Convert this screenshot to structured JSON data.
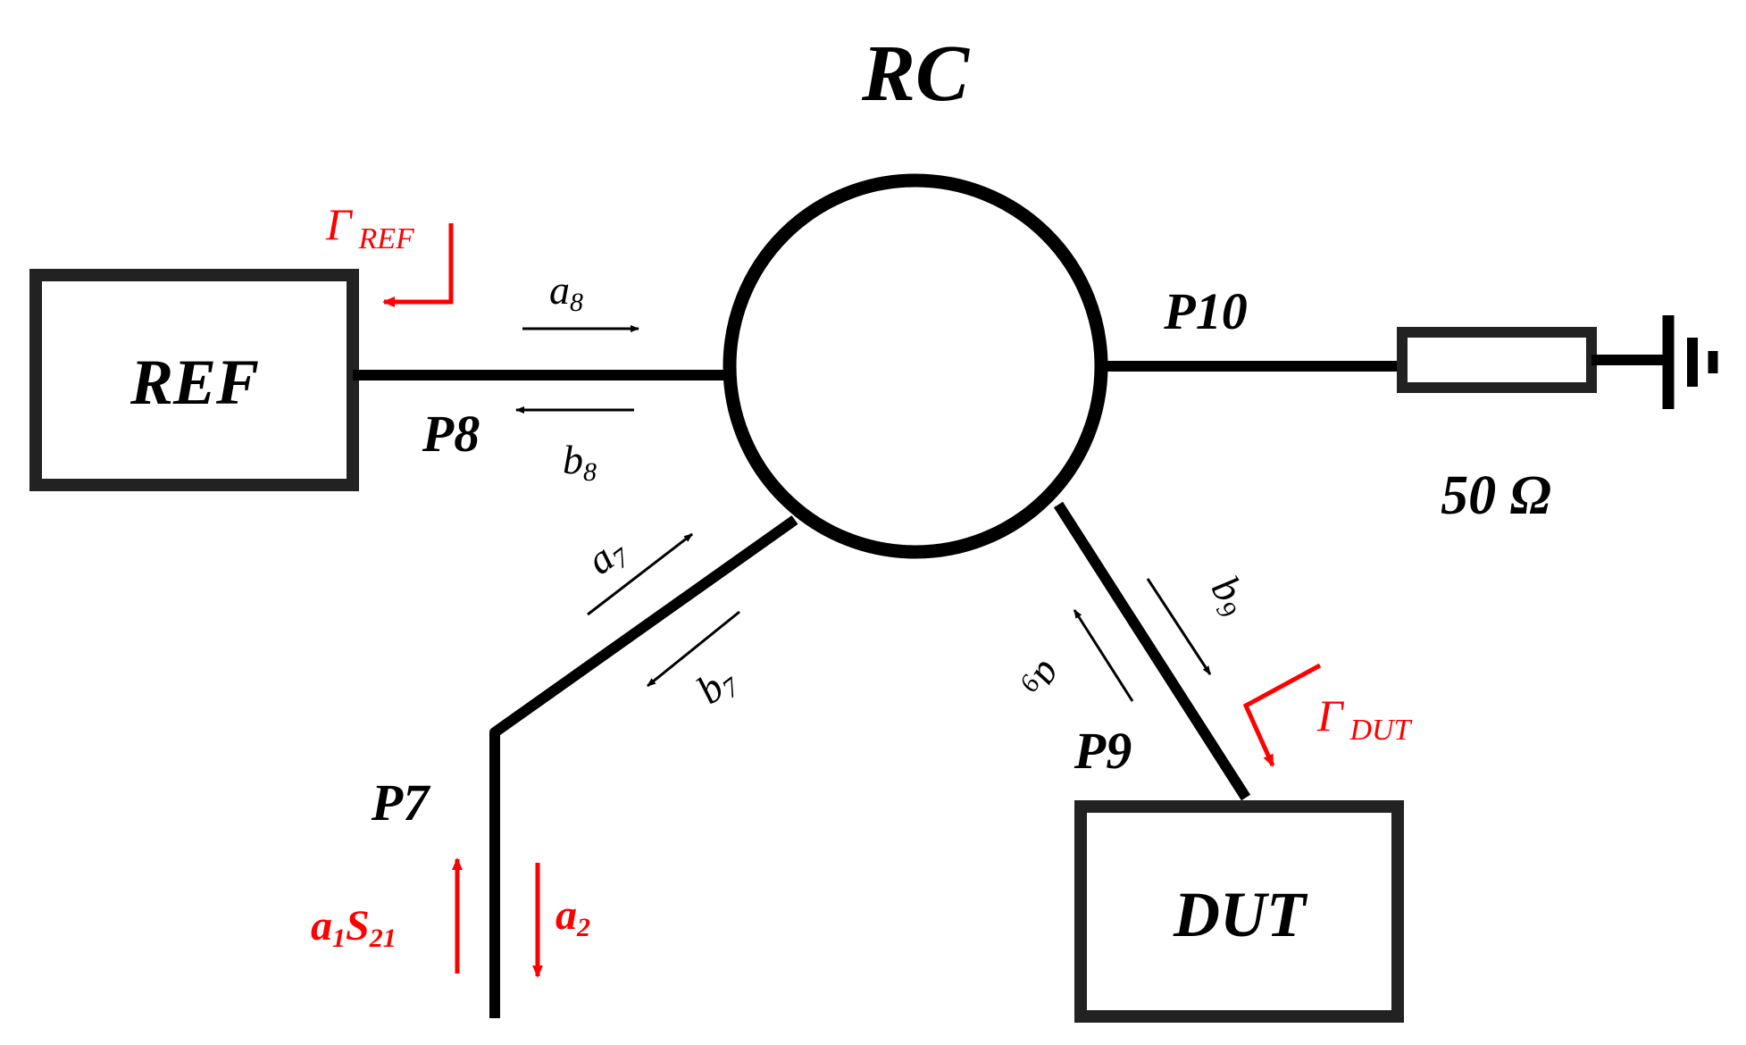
{
  "colors": {
    "line": "#000000",
    "box": "#222222",
    "accent": "#ff0000",
    "background": "#ffffff"
  },
  "labels": {
    "rc": "RC",
    "ref": "REF",
    "dut": "DUT",
    "p7": "P7",
    "p8": "P8",
    "p9": "P9",
    "p10": "P10",
    "load": "50 Ω"
  },
  "signals": {
    "a8": {
      "base": "a",
      "sub": "8"
    },
    "b8": {
      "base": "b",
      "sub": "8"
    },
    "a7": {
      "base": "a",
      "sub": "7"
    },
    "b7": {
      "base": "b",
      "sub": "7"
    },
    "a9": {
      "base": "a",
      "sub": "9"
    },
    "b9": {
      "base": "b",
      "sub": "9"
    }
  },
  "reflections": {
    "gamma_ref": {
      "symbol": "Γ",
      "sub": "REF"
    },
    "gamma_dut": {
      "symbol": "Γ",
      "sub": "DUT"
    }
  },
  "port7_waves": {
    "up": {
      "a": "a",
      "a_sub": "1",
      "s": "S",
      "s_sub": "21"
    },
    "down": {
      "base": "a",
      "sub": "2"
    }
  },
  "icons": [
    "ground-icon",
    "resistor-icon"
  ]
}
